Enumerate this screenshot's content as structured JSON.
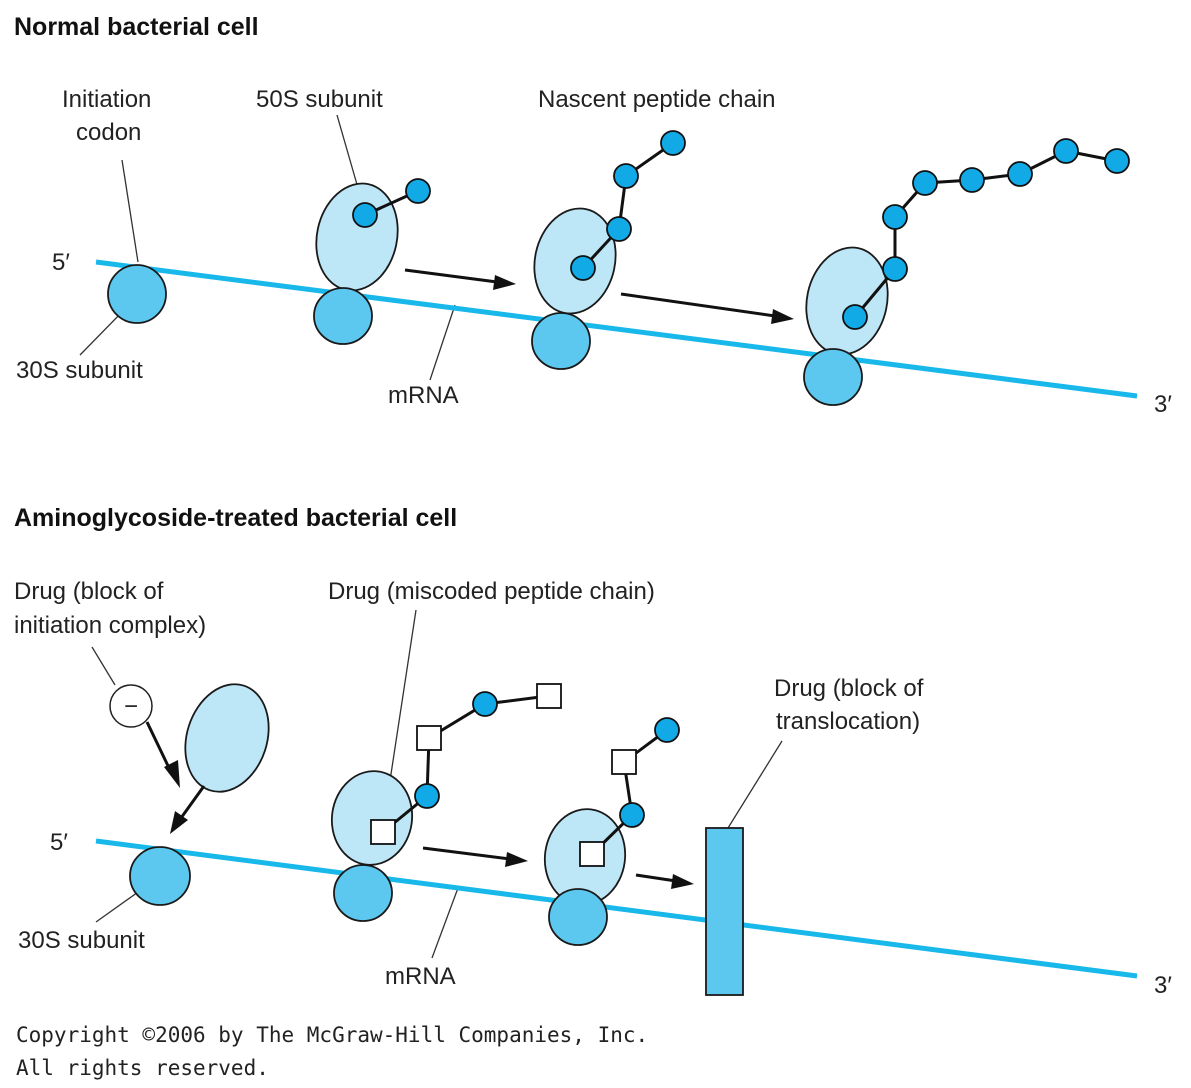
{
  "normal": {
    "title": "Normal bacterial cell",
    "initiation_line1": "Initiation",
    "initiation_line2": "codon",
    "subunit_50s": "50S subunit",
    "nascent": "Nascent peptide chain",
    "five_prime": "5′",
    "three_prime": "3′",
    "subunit_30s": "30S subunit",
    "mrna": "mRNA"
  },
  "treated": {
    "title": "Aminoglycoside-treated bacterial cell",
    "drug_init_line1": "Drug (block of",
    "drug_init_line2": "initiation complex)",
    "drug_miscoded": "Drug (miscoded peptide chain)",
    "drug_trans_line1": "Drug (block of",
    "drug_trans_line2": "translocation)",
    "minus": "−",
    "five_prime": "5′",
    "three_prime": "3′",
    "subunit_30s": "30S subunit",
    "mrna": "mRNA"
  },
  "copyright": {
    "line1": "Copyright ©2006 by The McGraw-Hill Companies, Inc.",
    "line2": "All rights reserved."
  },
  "colors": {
    "mrna": "#19b8ea",
    "subunit_50s": "#bde6f7",
    "subunit_30s": "#5cc8ef",
    "amino_acid": "#11a9e6"
  }
}
